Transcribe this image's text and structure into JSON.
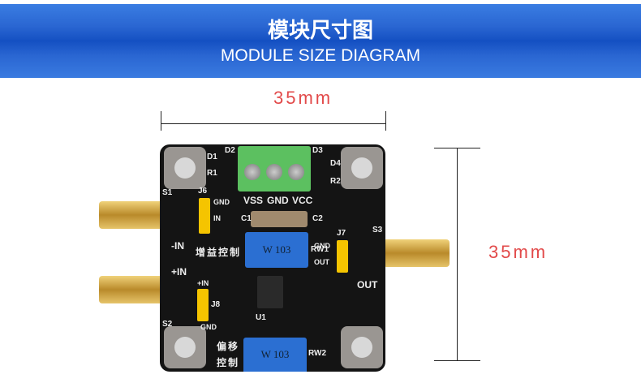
{
  "header": {
    "title": "模块尺寸图",
    "subtitle": "MODULE SIZE DIAGRAM"
  },
  "dimensions": {
    "width_label": "35mm",
    "height_label": "35mm"
  },
  "board": {
    "terminal_labels": [
      "VSS",
      "GND",
      "VCC"
    ],
    "gain_control": "增益控制",
    "offset_control": [
      "偏移",
      "控制"
    ],
    "pot_marking": "W 103",
    "labels": {
      "s1": "S1",
      "s2": "S2",
      "s3": "S3",
      "neg_in": "-IN",
      "pos_in": "+IN",
      "out": "OUT",
      "j6": "J6",
      "j7": "J7",
      "j8": "J8",
      "gnd": "GND",
      "in": "IN",
      "j8_in": "+IN",
      "j8_gnd": "GND",
      "j7_gnd": "GND",
      "j7_out": "OUT",
      "u1": "U1",
      "rw1": "RW1",
      "rw2": "RW2",
      "d1": "D1",
      "d2": "D2",
      "d3": "D3",
      "d4": "D4",
      "r1": "R1",
      "r2": "R2",
      "c1": "C1",
      "c2": "C2"
    }
  }
}
